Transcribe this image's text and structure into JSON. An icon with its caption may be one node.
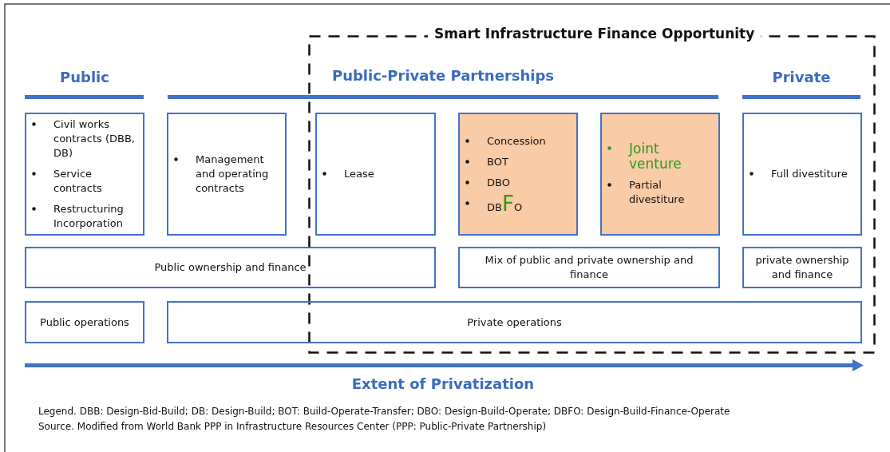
{
  "diagram": {
    "nodes": [
      {
        "text": [
          "Smart Infrastructure Finance Opportunity"
        ]
      },
      {
        "text": [
          "Civil works contracts (DBB, DB)",
          "Service contracts",
          "Restructuring Incorporation"
        ]
      },
      {
        "text": [
          "Management and operating contracts"
        ]
      },
      {
        "text": [
          "Lease"
        ],
        "in": 0
      },
      {
        "text": [
          "Concession",
          "BOT",
          "DBO",
          "DB**F**O"
        ],
        "in": 0
      },
      {
        "text": [
          "Joint venture",
          "Partial divestiture"
        ],
        "in": 0
      },
      {
        "text": [
          "Full divestiture"
        ],
        "in": 0
      },
      {
        "text": [
          "Public ownership and finance"
        ]
      },
      {
        "text": [
          "Mix of public and private ownership and finance"
        ],
        "in": 0
      },
      {
        "text": [
          "private ownership and finance"
        ],
        "in": 0
      },
      {
        "text": [
          "Public operations"
        ]
      },
      {
        "text": [
          "Private operations"
        ]
      }
    ],
    "labels": [
      "Public",
      "Public-Private Partnerships",
      "Private",
      "Extent of Privatization",
      "Legend. DBB: Design-Bid-Build; DB: Design-Build; BOT: Build-Operate-Transfer; DBO: Design-Build-Operate; DBFO: Design-Build-Finance-Operate",
      "Source. Modified from World Bank PPP in Infrastructure Resources Center (PPP: Public-Private Partnership)"
    ]
  }
}
